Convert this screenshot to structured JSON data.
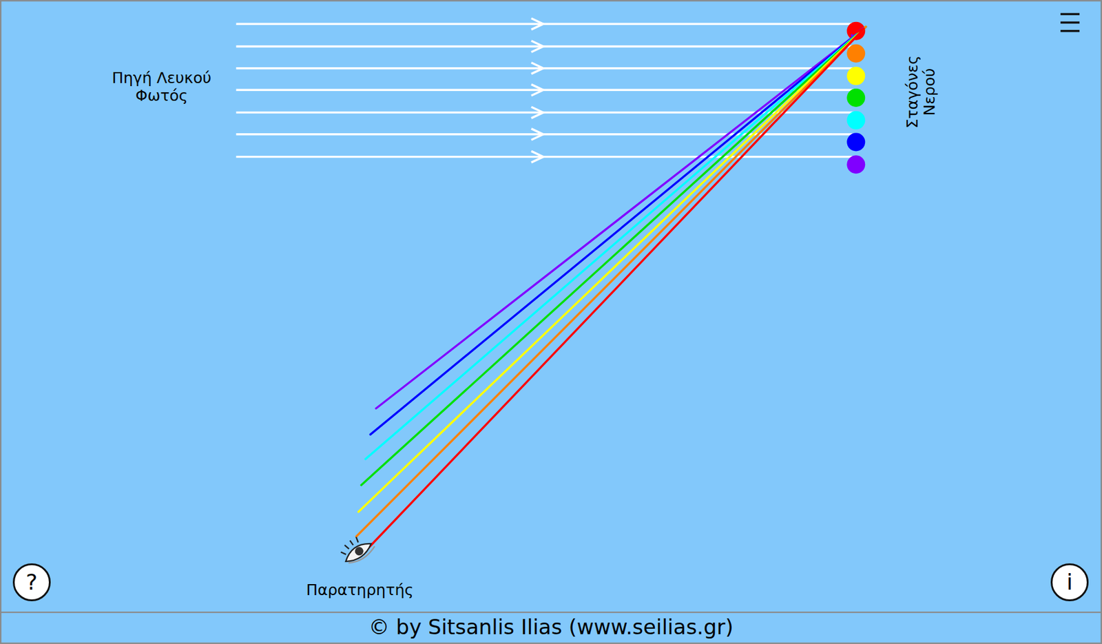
{
  "diagram": {
    "nodes": [
      {
        "text": [
          "?"
        ]
      },
      {
        "text": [
          "i"
        ]
      }
    ],
    "labels": [
      "Πηγή Λευκού Φωτός",
      "Σταγόνες Νερού",
      "Παρατηρητής",
      "© by Sitsanlis Ilias (www.seilias.gr)"
    ]
  }
}
